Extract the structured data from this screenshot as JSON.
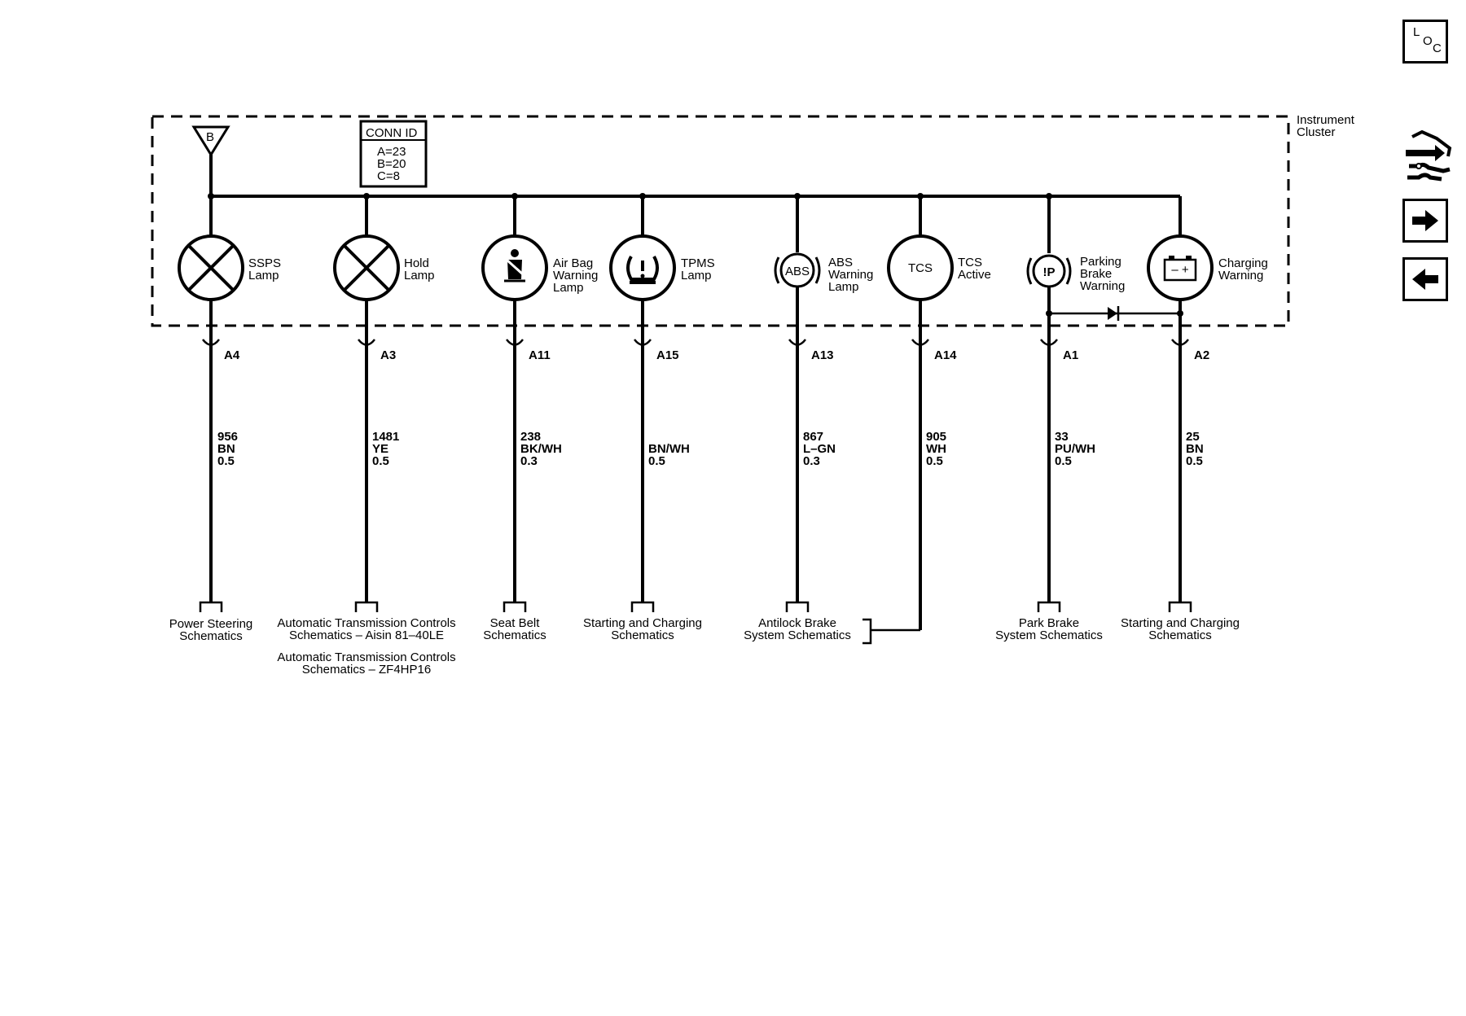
{
  "module": {
    "name_line1": "Instrument",
    "name_line2": "Cluster"
  },
  "power_symbol": "B",
  "conn_id": {
    "title": "CONN ID",
    "lines": [
      "A=23",
      "B=20",
      "C=8"
    ]
  },
  "circuits": [
    {
      "key": "ssps",
      "label": [
        "SSPS",
        "Lamp"
      ],
      "pin": "A4",
      "wire": [
        "956",
        "BN",
        "0.5"
      ],
      "dest": [
        "Power Steering",
        "Schematics"
      ],
      "dest2": []
    },
    {
      "key": "hold",
      "label": [
        "Hold",
        "Lamp"
      ],
      "pin": "A3",
      "wire": [
        "1481",
        "YE",
        "0.5"
      ],
      "dest": [
        "Automatic Transmission Controls",
        "Schematics – Aisin 81–40LE"
      ],
      "dest2": [
        "Automatic Transmission Controls",
        "Schematics – ZF4HP16"
      ]
    },
    {
      "key": "airbag",
      "label": [
        "Air Bag",
        "Warning",
        "Lamp"
      ],
      "pin": "A11",
      "wire": [
        "238",
        "BK/WH",
        "0.3"
      ],
      "dest": [
        "Seat Belt",
        "Schematics"
      ],
      "dest2": []
    },
    {
      "key": "tpms",
      "label": [
        "TPMS",
        "Lamp"
      ],
      "pin": "A15",
      "wire": [
        "BN/WH",
        "0.5"
      ],
      "dest": [
        "Starting and Charging",
        "Schematics"
      ],
      "dest2": []
    },
    {
      "key": "abs",
      "label": [
        "ABS",
        "Warning",
        "Lamp"
      ],
      "symbol_text": "ABS",
      "pin": "A13",
      "wire": [
        "867",
        "L–GN",
        "0.3"
      ],
      "dest": [
        "Antilock Brake",
        "System Schematics"
      ],
      "dest2": []
    },
    {
      "key": "tcs",
      "label": [
        "TCS",
        "Active"
      ],
      "symbol_text": "TCS",
      "pin": "A14",
      "wire": [
        "905",
        "WH",
        "0.5"
      ],
      "dest": [],
      "dest2": []
    },
    {
      "key": "parkbrake",
      "label": [
        "Parking",
        "Brake",
        "Warning"
      ],
      "symbol_text": "!P",
      "pin": "A1",
      "wire": [
        "33",
        "PU/WH",
        "0.5"
      ],
      "dest": [
        "Park Brake",
        "System Schematics"
      ],
      "dest2": []
    },
    {
      "key": "charging",
      "label": [
        "Charging",
        "Warning"
      ],
      "symbol_text": "– +",
      "pin": "A2",
      "wire": [
        "25",
        "BN",
        "0.5"
      ],
      "dest": [
        "Starting and Charging",
        "Schematics"
      ],
      "dest2": []
    }
  ],
  "nav": {
    "loc_letters": [
      "L",
      "O",
      "C"
    ],
    "tool_icon": "wiring-tool-icon",
    "forward_icon": "arrow-right-icon",
    "back_icon": "arrow-left-icon"
  }
}
